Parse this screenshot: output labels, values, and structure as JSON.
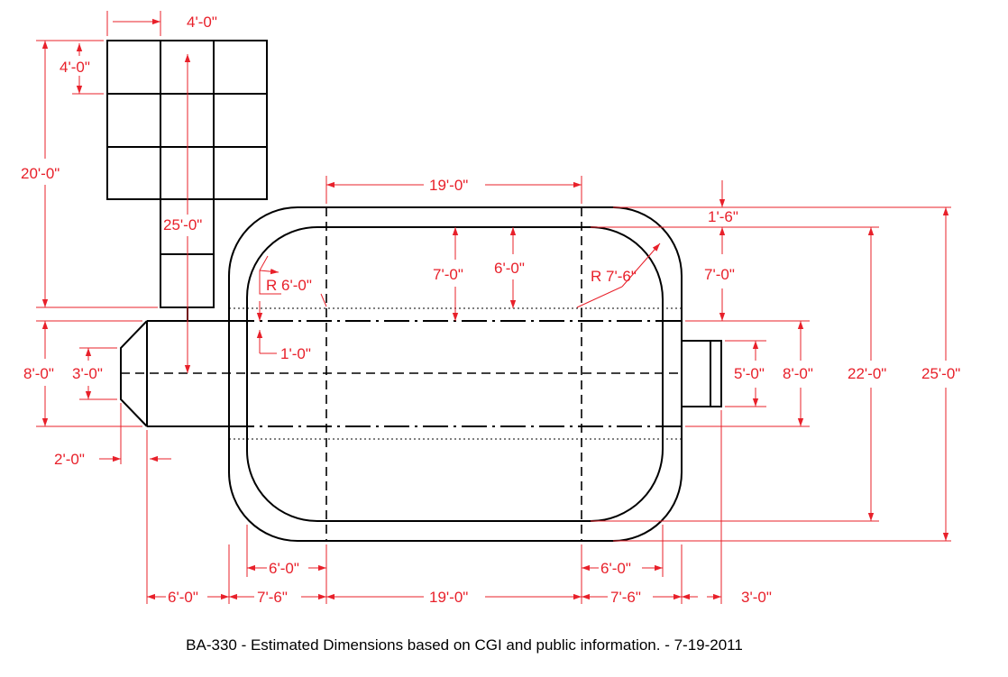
{
  "colors": {
    "geometry": "#000000",
    "dimension": "#e8202a"
  },
  "labels": {
    "tank_width": "4'-0\"",
    "tank_cell": "4'-0\"",
    "tank_height": "20'-0\"",
    "neck_length": "25'-0\"",
    "hab_top_width": "19'-0\"",
    "wall_thickness": "1'-6\"",
    "inner_depth_a": "7'-0\"",
    "inner_depth_b": "6'-0\"",
    "inner_depth_right": "7'-0\"",
    "radius_left": "R 6'-0\"",
    "radius_right": "R 7'-6\"",
    "small_offset": "1'-0\"",
    "left_module_height": "8'-0\"",
    "left_module_face": "3'-0\"",
    "left_cone_depth": "2'-0\"",
    "right_port_height": "5'-0\"",
    "right_module_height": "8'-0\"",
    "inner_height": "22'-0\"",
    "outer_height": "25'-0\"",
    "inner_corner_left": "6'-0\"",
    "inner_corner_right": "6'-0\"",
    "bottom_seg_1": "6'-0\"",
    "bottom_seg_2": "7'-6\"",
    "bottom_seg_3": "19'-0\"",
    "bottom_seg_4": "7'-6\"",
    "bottom_seg_5": "3'-0\""
  },
  "caption": "BA-330 - Estimated Dimensions based on CGI and public information. - 7-19-2011"
}
